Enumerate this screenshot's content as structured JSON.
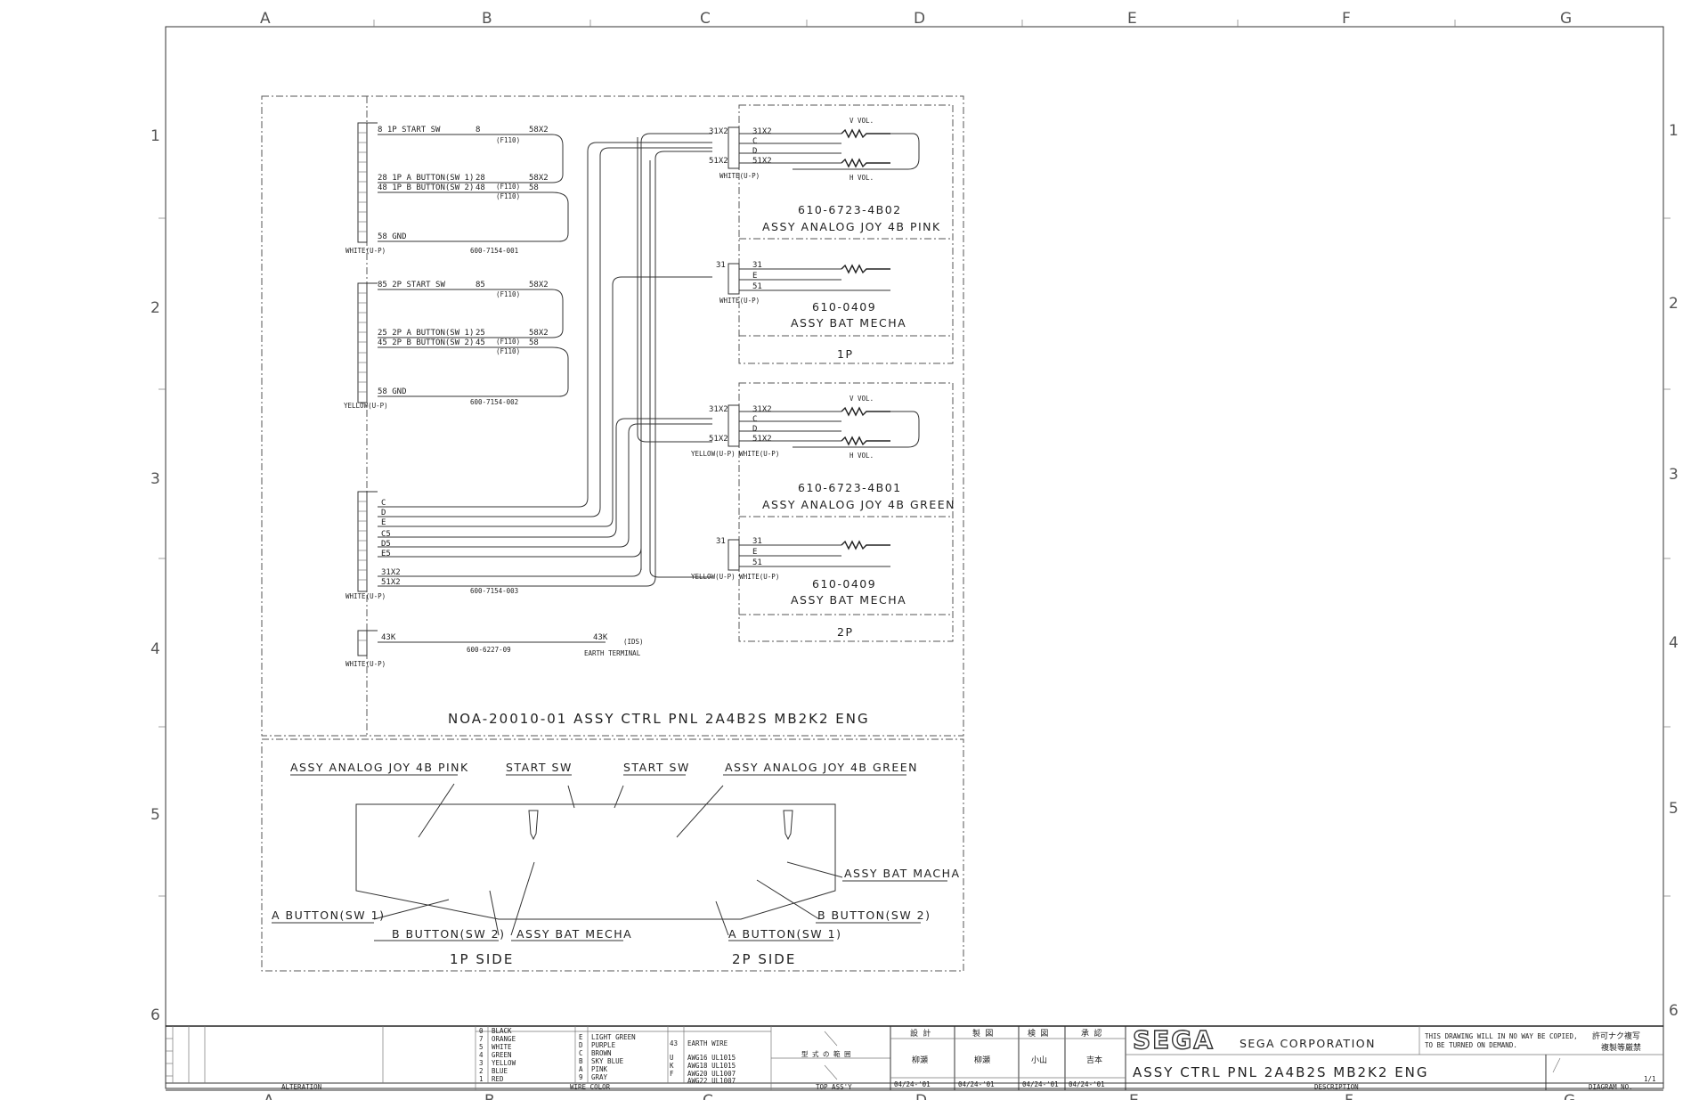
{
  "grid": {
    "columns": [
      "A",
      "B",
      "C",
      "D",
      "E",
      "F",
      "G"
    ],
    "rows": [
      "1",
      "2",
      "3",
      "4",
      "5",
      "6"
    ]
  },
  "connectors": {
    "c1": {
      "part": "600-7154-001",
      "color": "WHITE(U-P)",
      "lines": [
        "8  1P START SW",
        "28  1P A BUTTON(SW 1)",
        "48  1P B BUTTON(SW 2)",
        "58  GND"
      ],
      "wire_labels": [
        "8",
        "28",
        "48",
        "(F110)",
        "(F110)",
        "(F110)",
        "58X2",
        "58X2",
        "58"
      ]
    },
    "c2": {
      "part": "600-7154-002",
      "color": "YELLOW(U-P)",
      "lines": [
        "85  2P START SW",
        "25  2P A BUTTON(SW 1)",
        "45  2P B BUTTON(SW 2)",
        "58  GND"
      ],
      "wire_labels": [
        "85",
        "25",
        "45",
        "(F110)",
        "(F110)",
        "(F110)",
        "58X2",
        "58X2",
        "58"
      ]
    },
    "c3": {
      "part": "600-7154-003",
      "color": "WHITE(U-P)",
      "lines": [
        "C",
        "D",
        "E",
        "C5",
        "D5",
        "E5",
        "31X2",
        "51X2"
      ]
    },
    "c4": {
      "part": "600-6227-09",
      "color": "WHITE(U-P)",
      "wire_start": "43K",
      "wire_end": "43K",
      "note": "(IDS)",
      "terminal": "EARTH TERMINAL"
    }
  },
  "assemblies": {
    "joy_pink": {
      "part": "610-6723-4B02",
      "name": "ASSY ANALOG JOY 4B PINK",
      "v": "V VOL.",
      "h": "H VOL.",
      "color": "WHITE(U-P)"
    },
    "bat_1p": {
      "part": "610-0409",
      "name": "ASSY BAT MECHA",
      "color": "WHITE(U-P)"
    },
    "group_1p": "1P",
    "joy_green": {
      "part": "610-6723-4B01",
      "name": "ASSY ANALOG JOY 4B GREEN",
      "v": "V VOL.",
      "h": "H VOL.",
      "color": "YELLOW(U-P) WHITE(U-P)"
    },
    "bat_2p": {
      "part": "610-0409",
      "name": "ASSY BAT MECHA",
      "color": "YELLOW(U-P) WHITE(U-P)"
    },
    "group_2p": "2P",
    "pin_labels_joy": [
      "31X2",
      "C",
      "D",
      "51X2",
      "31X2",
      "C",
      "D",
      "51X2"
    ],
    "pin_labels_bat": [
      "31",
      "E",
      "51",
      "31",
      "E",
      "51"
    ]
  },
  "assembly_title": "NOA-20010-01    ASSY CTRL PNL 2A4B2S MB2K2 ENG",
  "panel": {
    "labels": {
      "joy_pink": "ASSY ANALOG JOY 4B PINK",
      "start_1": "START SW",
      "start_2": "START SW",
      "joy_green": "ASSY ANALOG JOY 4B GREEN",
      "bat_right": "ASSY BAT MACHA",
      "a_btn_1p": "A BUTTON(SW 1)",
      "b_btn_1p": "B BUTTON(SW 2)",
      "bat_1p": "ASSY BAT MECHA",
      "a_btn_2p": "A BUTTON(SW 1)",
      "b_btn_2p": "B BUTTON(SW 2)",
      "side_1p": "1P SIDE",
      "side_2p": "2P SIDE"
    }
  },
  "title_block": {
    "alteration": "ALTERATION",
    "wire_colors_left": [
      "BLACK",
      "ORANGE",
      "WHITE",
      "GREEN",
      "YELLOW",
      "BLUE",
      "RED"
    ],
    "wire_codes_left": [
      "0",
      "7",
      "5",
      "4",
      "3",
      "2",
      "1"
    ],
    "wire_colors_right": [
      "LIGHT GREEN",
      "PURPLE",
      "BROWN",
      "SKY BLUE",
      "PINK",
      "GRAY"
    ],
    "wire_codes_right": [
      "E",
      "D",
      "C",
      "B",
      "A",
      "9"
    ],
    "wire_color_header": "WIRE COLOR",
    "wire_types": [
      "EARTH WIRE",
      "AWG16 UL1015",
      "AWG18 UL1015",
      "AWG20 UL1007",
      "AWG22 UL1007"
    ],
    "wire_type_codes": [
      "43",
      "U",
      "K",
      "F",
      ""
    ],
    "scope": "型 式 の 範 囲",
    "top_assy": "TOP ASS'Y",
    "roles": [
      "設 計",
      "製 図",
      "検 図",
      "承 認"
    ],
    "names": [
      "柳瀬",
      "柳瀬",
      "小山",
      "吉本"
    ],
    "dates": [
      "04/24-'01",
      "04/24-'01",
      "04/24-'01",
      "04/24-'01"
    ],
    "logo": "SEGA",
    "company": "SEGA CORPORATION",
    "notice": [
      "THIS DRAWING WILL IN NO WAY BE COPIED,",
      "TO BE TURNED ON DEMAND."
    ],
    "notice_jp": [
      "許可ナク複写",
      "複製等厳禁"
    ],
    "description": "ASSY CTRL PNL 2A4B2S MB2K2 ENG",
    "description_label": "DESCRIPTION",
    "diagram_label": "DIAGRAM NO.",
    "sheet": "1/1"
  }
}
